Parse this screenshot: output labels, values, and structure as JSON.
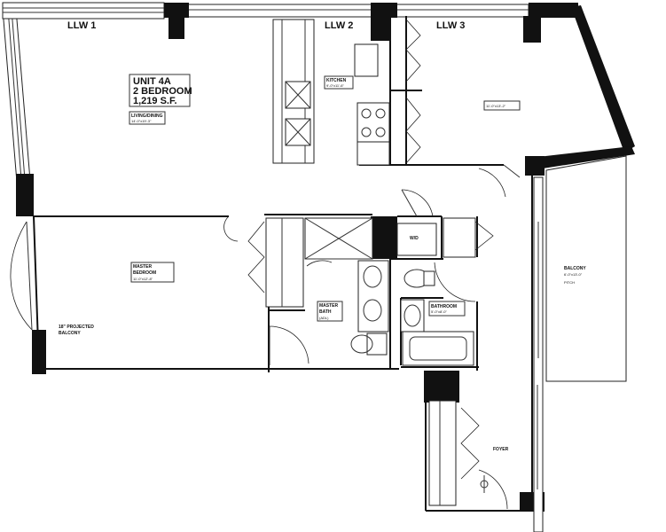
{
  "plan": {
    "unit": {
      "line1": "UNIT 4A",
      "line2": "2 BEDROOM",
      "line3": "1,219 S.F."
    },
    "columns": {
      "llw1": "LLW 1",
      "llw2": "LLW 2",
      "llw3": "LLW 3"
    },
    "rooms": {
      "living_dining": {
        "name": "LIVING/DINING",
        "dim": "14'-0\"x19'-3\""
      },
      "kitchen": {
        "name": "KITCHEN",
        "dim": "9'-0\"x11'-6\""
      },
      "bedroom2": {
        "dim": "11'-0\"x13'-2\""
      },
      "master_bedroom": {
        "name1": "MASTER",
        "name2": "BEDROOM",
        "dim": "11'-0\"x12'-8\""
      },
      "projected_balcony": {
        "name1": "18\" PROJECTED",
        "name2": "BALCONY"
      },
      "master_bath": {
        "name1": "MASTER",
        "name2": "BATH",
        "dim": "(ADL)"
      },
      "bathroom": {
        "name": "BATHROOM",
        "dim": "5'-0\"x8'-0\""
      },
      "wd": {
        "name": "W/D"
      },
      "balcony": {
        "name": "BALCONY",
        "dim": "6'-0\"x13'-0\"",
        "note": "PITCH"
      },
      "foyer": {
        "name": "FOYER"
      }
    }
  }
}
